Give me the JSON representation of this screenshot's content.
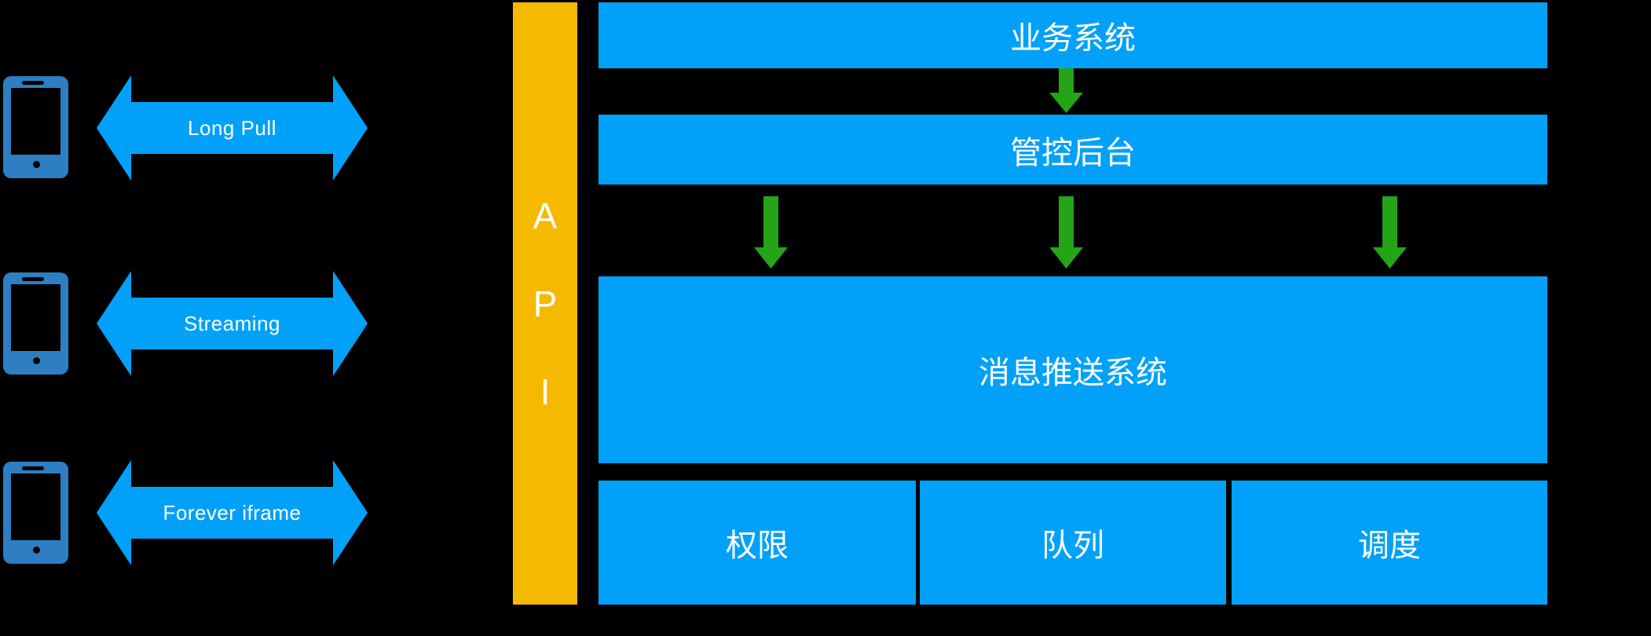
{
  "diagram": {
    "channels": [
      {
        "label": "Long Pull"
      },
      {
        "label": "Streaming"
      },
      {
        "label": "Forever iframe"
      }
    ],
    "api": {
      "letters": [
        "A",
        "P",
        "I"
      ]
    },
    "boxes": {
      "business_system": "业务系统",
      "control_backend": "管控后台",
      "push_system": "消息推送系统",
      "modules": [
        "权限",
        "队列",
        "调度"
      ]
    }
  },
  "colors": {
    "bg": "#000000",
    "blue": "#02A1F9",
    "phone-blue": "#2D7EC3",
    "orange": "#F5B900",
    "green": "#24A417",
    "text": "#FFFFFF"
  }
}
